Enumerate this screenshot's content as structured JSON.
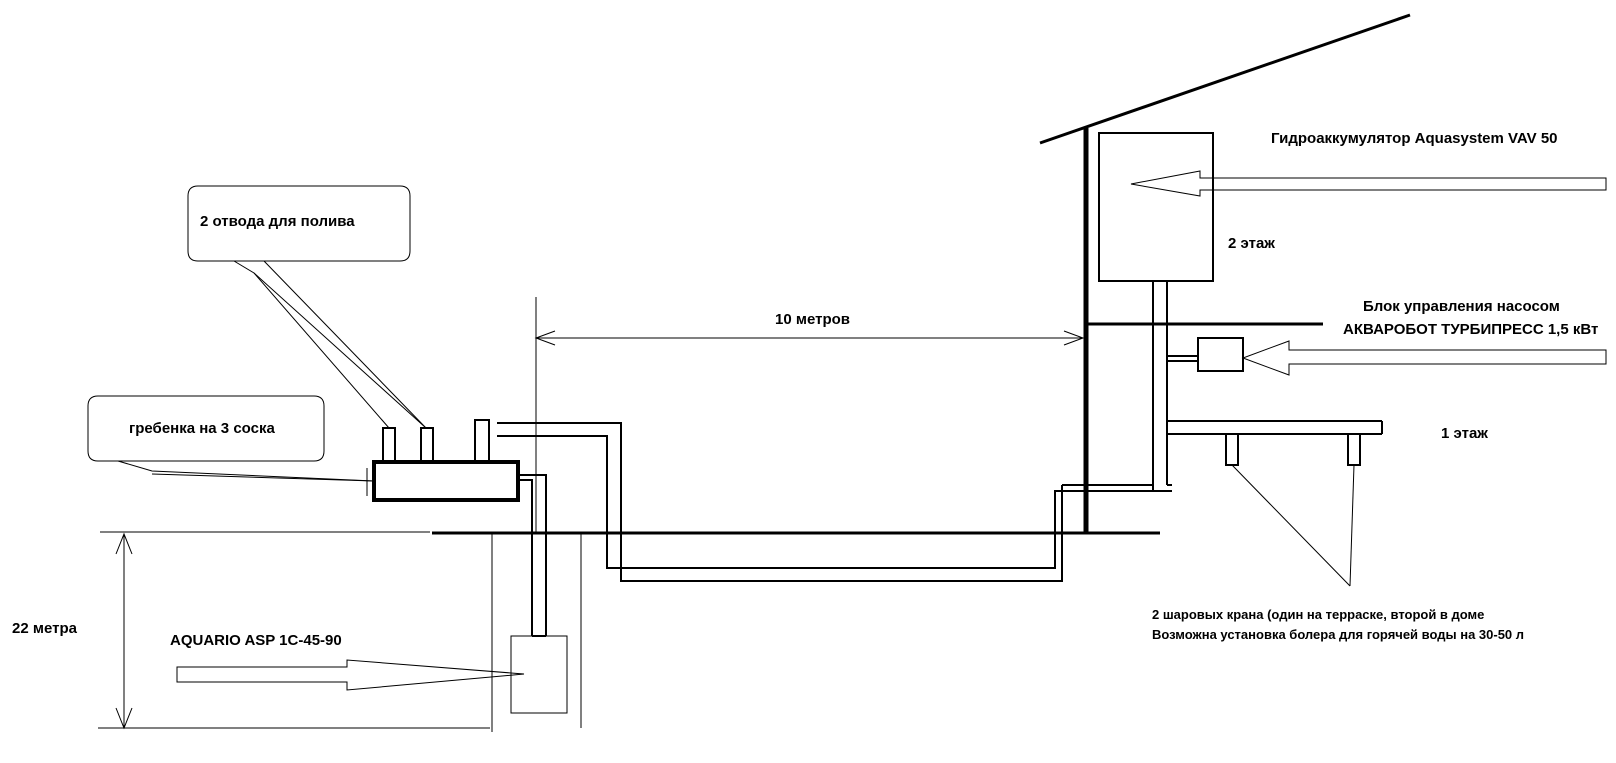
{
  "labels": {
    "accumulator": "Гидроаккумулятор Aquasystem VAV 50",
    "floor2": "2 этаж",
    "control_line1": "Блок управления насосом",
    "control_line2": "АКВАРОБОТ ТУРБИПРЕСС 1,5 кВт",
    "floor1": "1 этаж",
    "distance": "10 метров",
    "watering": "2 отвода для полива",
    "manifold": "гребенка  на 3 соска",
    "depth": "22 метра",
    "pump": "AQUARIO ASP 1C-45-90",
    "valves_line1": "2 шаровых крана (один на терраске, второй в доме",
    "valves_line2": "Возможна установка болера для горячей воды на 30-50 л"
  }
}
